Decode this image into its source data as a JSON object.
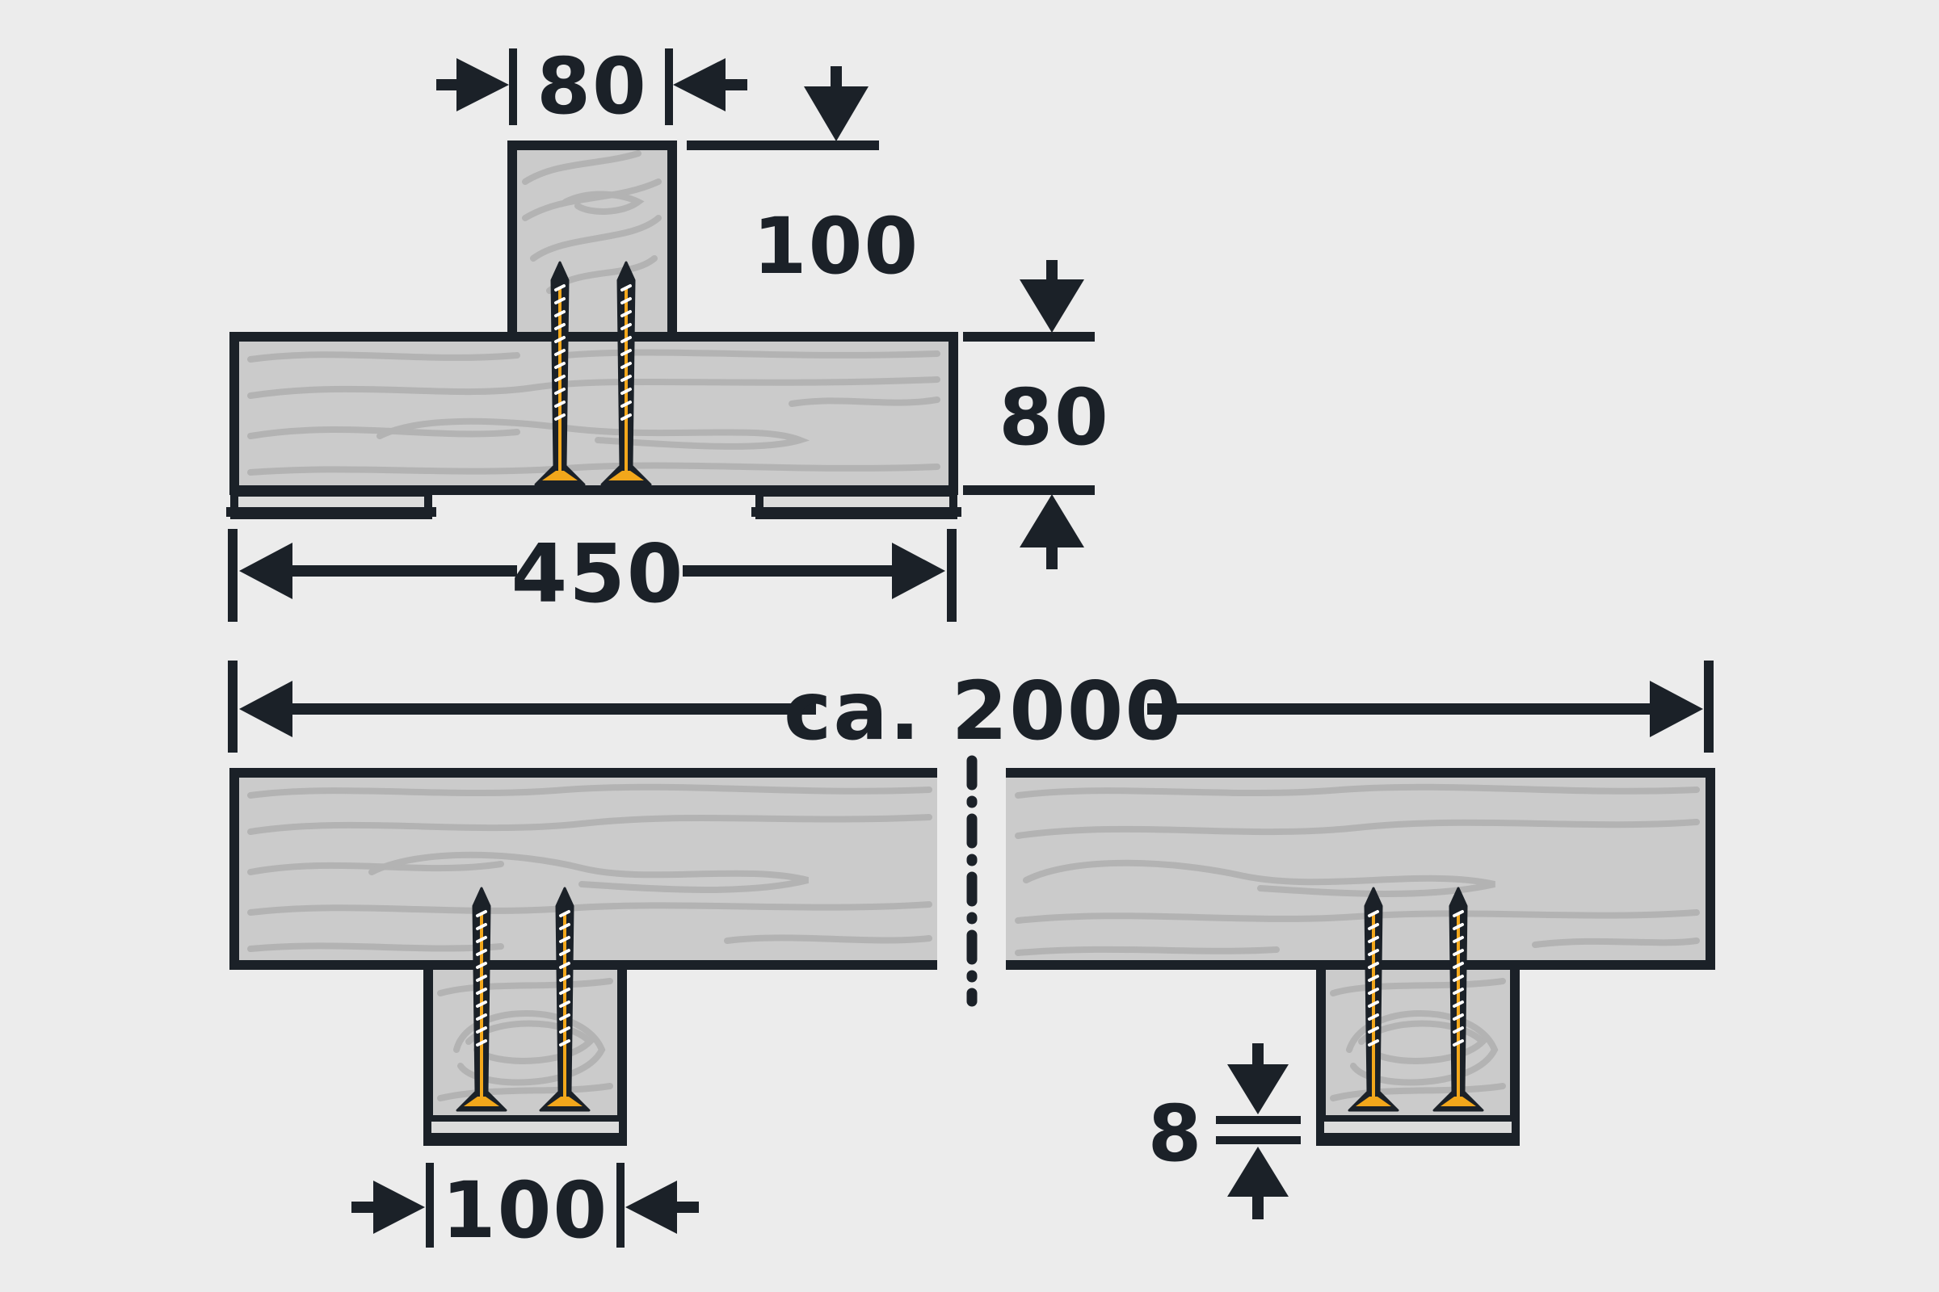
{
  "colors": {
    "background": "#ececec",
    "outline": "#1b2128",
    "wood": "#cbcbcb",
    "grain": "#b3b3b3",
    "strip": "#dcdcdc",
    "screw_accent": "#f2a71b",
    "screw_thread": "#ffffff"
  },
  "dimensions": {
    "post_width": "80",
    "post_height": "100",
    "beam_height": "80",
    "beam_width": "450",
    "total_length": "ca. 2000",
    "block_width": "100",
    "strip_thickness": "8"
  },
  "icons": {
    "screw": "screw-icon",
    "arrow": "dimension-arrow-icon"
  }
}
